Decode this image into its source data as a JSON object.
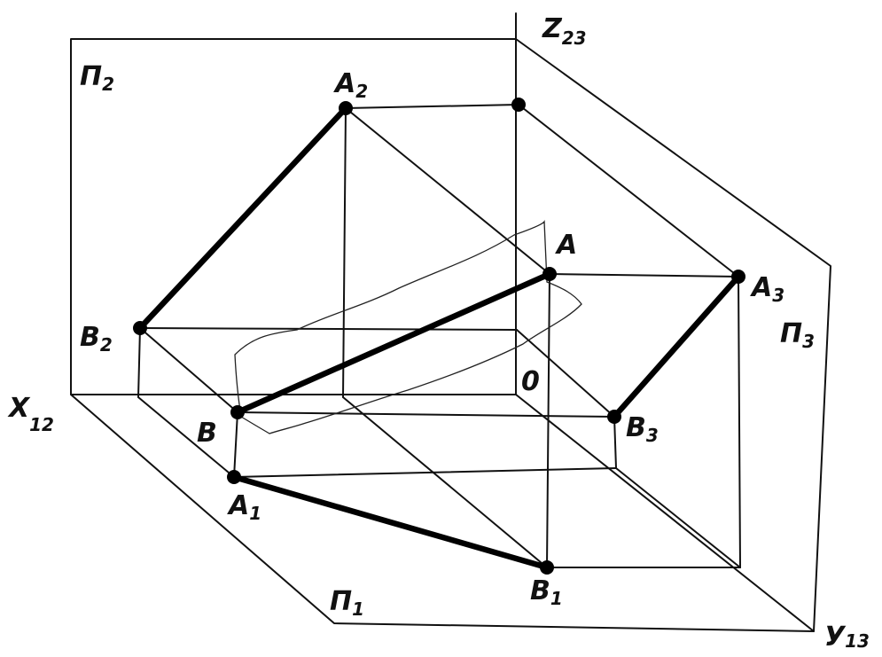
{
  "labels": {
    "pi2": {
      "main": "П",
      "sub": "2"
    },
    "pi1": {
      "main": "П",
      "sub": "1"
    },
    "pi3": {
      "main": "П",
      "sub": "3"
    },
    "z23": {
      "main": "Z",
      "sub": "23"
    },
    "x12": {
      "main": "X",
      "sub": "12"
    },
    "y13": {
      "main": "У",
      "sub": "13"
    },
    "a2": {
      "main": "A",
      "sub": "2"
    },
    "b2": {
      "main": "B",
      "sub": "2"
    },
    "a": {
      "main": "A",
      "sub": ""
    },
    "b": {
      "main": "B",
      "sub": ""
    },
    "a1": {
      "main": "A",
      "sub": "1"
    },
    "b1": {
      "main": "B",
      "sub": "1"
    },
    "a3": {
      "main": "A",
      "sub": "3"
    },
    "b3": {
      "main": "B",
      "sub": "3"
    },
    "o": {
      "main": "0",
      "sub": ""
    }
  }
}
